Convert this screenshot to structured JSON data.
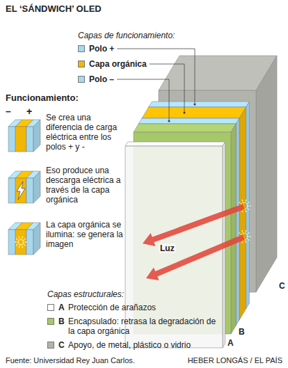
{
  "diagram": {
    "title": "EL ‘SÁNDWICH’ OLED",
    "labels": [
      "Capas de funcionamiento:",
      "Funcionamiento:",
      "–",
      "+",
      "Se crea una diferencia de carga eléctrica entre los polos + y -",
      "Eso produce una descarga eléctrica a través de la capa orgánica",
      "La capa orgánica se ilumina: se genera la imagen",
      "Luz",
      "A",
      "B",
      "C",
      "Capas estructurales:",
      "A",
      "B",
      "C",
      "Fuente: Universidad Rey Juan Carlos.",
      "HEBER LONGÁS / EL PAÍS"
    ],
    "legend": [
      {
        "text": "Polo +",
        "color": "#a8d8ee"
      },
      {
        "text": "Capa orgánica",
        "color": "#f2b705"
      },
      {
        "text": "Polo –",
        "color": "#a8d8ee"
      },
      {
        "text": "Protección de arañazos",
        "color": "#ffffff"
      },
      {
        "text": "Encapsulado: retrasa la degradación de la capa orgánica",
        "color": "#a7c76b"
      },
      {
        "text": "Apoyo, de metal, plástico o vidrio",
        "color": "#b3b3ae"
      }
    ]
  }
}
